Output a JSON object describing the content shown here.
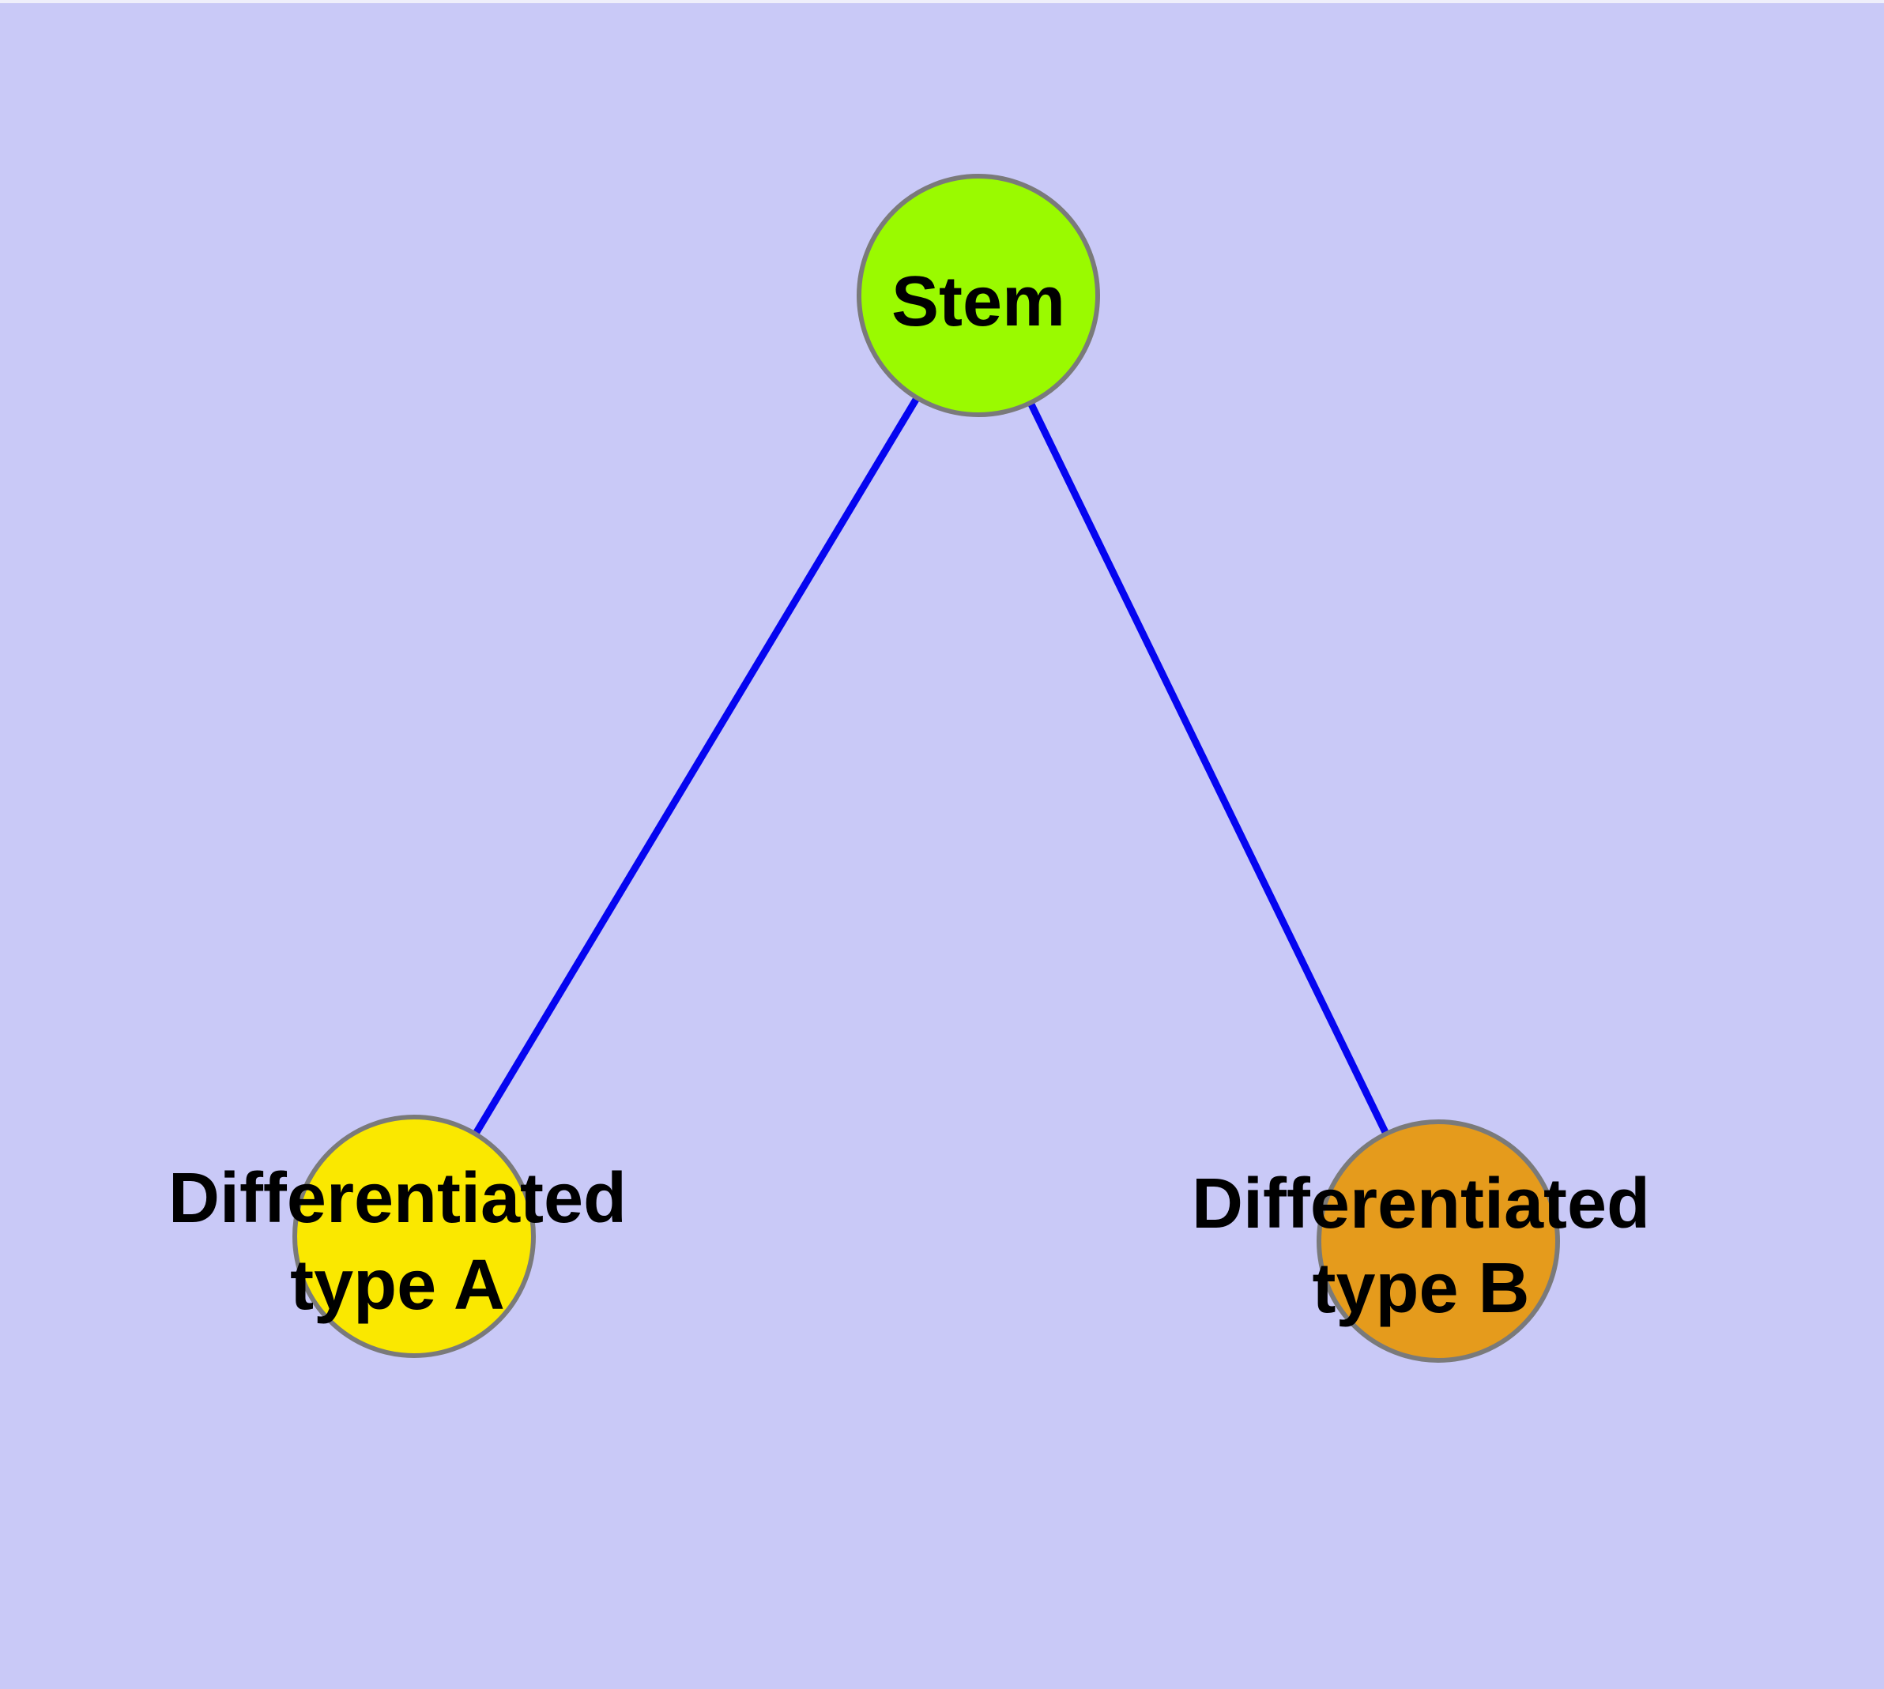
{
  "colors": {
    "background": "#C9C9F7",
    "node-border": "#7A7A7A",
    "edge": "#0505F0",
    "label-text": "#000000"
  },
  "graph": {
    "type": "node-link-diagram",
    "nodes": [
      {
        "id": "stem",
        "label": "Stem",
        "label_lines": [
          "Stem"
        ],
        "fill": "#9AFA00"
      },
      {
        "id": "diff-a",
        "label": "Differentiated type A",
        "label_lines": [
          "Differentiated",
          "type A"
        ],
        "fill": "#FAE800"
      },
      {
        "id": "diff-b",
        "label": "Differentiated type B",
        "label_lines": [
          "Differentiated",
          "type B"
        ],
        "fill": "#E59B1C"
      }
    ],
    "edges": [
      {
        "from": "stem",
        "to": "diff-a"
      },
      {
        "from": "stem",
        "to": "diff-b"
      }
    ]
  }
}
